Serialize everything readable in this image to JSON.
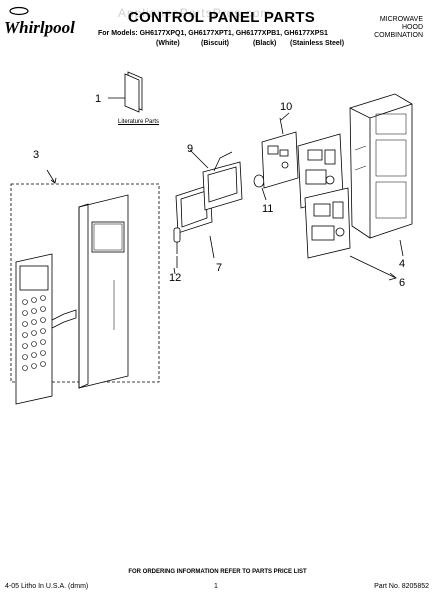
{
  "header": {
    "brand": "Whirlpool",
    "title": "CONTROL PANEL PARTS",
    "watermark": "AppliancePartsPros.com",
    "models_line": "For Models: GH6177XPQ1, GH6177XPT1, GH6177XPB1, GH6177XPS1",
    "variants": [
      "(White)",
      "(Biscuit)",
      "(Black)",
      "(Stainless Steel)"
    ],
    "category": [
      "MICROWAVE",
      "HOOD",
      "COMBINATION"
    ]
  },
  "diagram": {
    "literature_label": "Literature Parts",
    "callouts": [
      "1",
      "3",
      "4",
      "6",
      "7",
      "9",
      "10",
      "11",
      "12"
    ]
  },
  "footer": {
    "ordering": "FOR ORDERING INFORMATION REFER TO PARTS PRICE LIST",
    "litho": "4-05 Litho In U.S.A. (dmm)",
    "page": "1",
    "part_no": "Part No. 8205852"
  }
}
